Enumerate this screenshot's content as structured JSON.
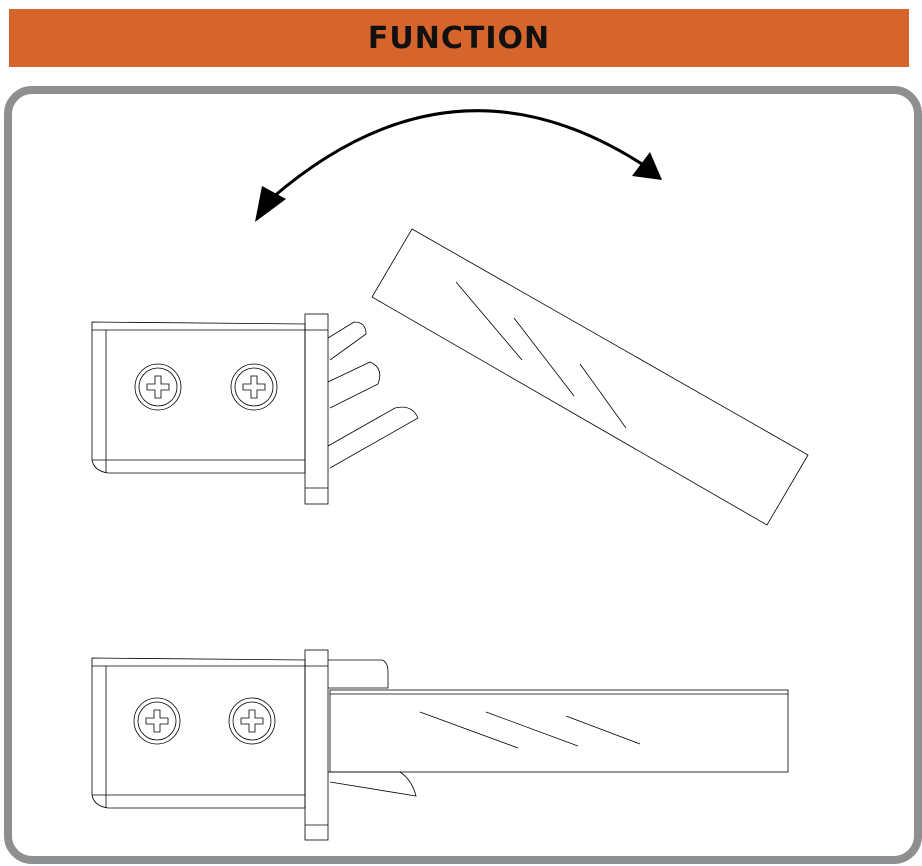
{
  "header": {
    "title": "FUNCTION",
    "background_color": "#d5652c",
    "text_color": "#111111"
  },
  "panel": {
    "border_color": "#8e8f91"
  },
  "illustrations": {
    "top": {
      "icon": "hinged-latch-open",
      "arrow": "rotation-double-arrow"
    },
    "bottom": {
      "icon": "hinged-latch-closed"
    }
  }
}
